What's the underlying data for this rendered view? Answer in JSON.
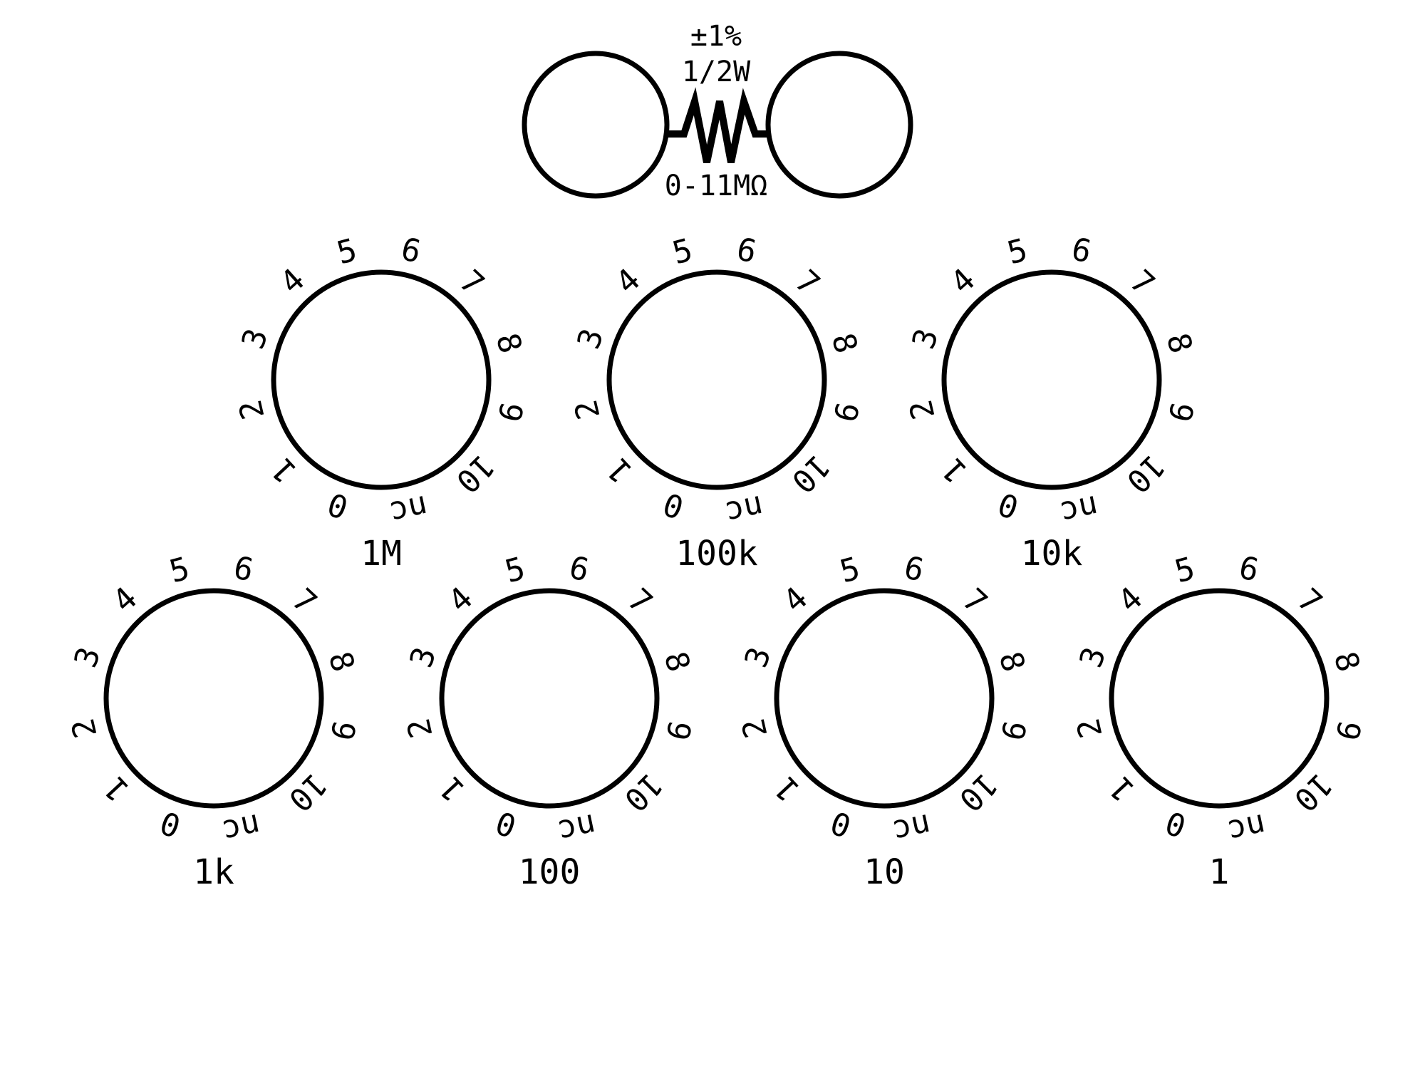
{
  "header": {
    "tolerance": "±1%",
    "power": "1/2W",
    "range": "0-11MΩ",
    "terminals": [
      "binding-post-left",
      "binding-post-right"
    ]
  },
  "dial_positions": [
    "0",
    "1",
    "2",
    "3",
    "4",
    "5",
    "6",
    "7",
    "8",
    "9",
    "10",
    "nc"
  ],
  "dials": [
    {
      "label": "1M"
    },
    {
      "label": "100k"
    },
    {
      "label": "10k"
    },
    {
      "label": "1k"
    },
    {
      "label": "100"
    },
    {
      "label": "10"
    },
    {
      "label": "1"
    }
  ],
  "colors": {
    "ink": "#000000",
    "panel": "#ffffff"
  }
}
